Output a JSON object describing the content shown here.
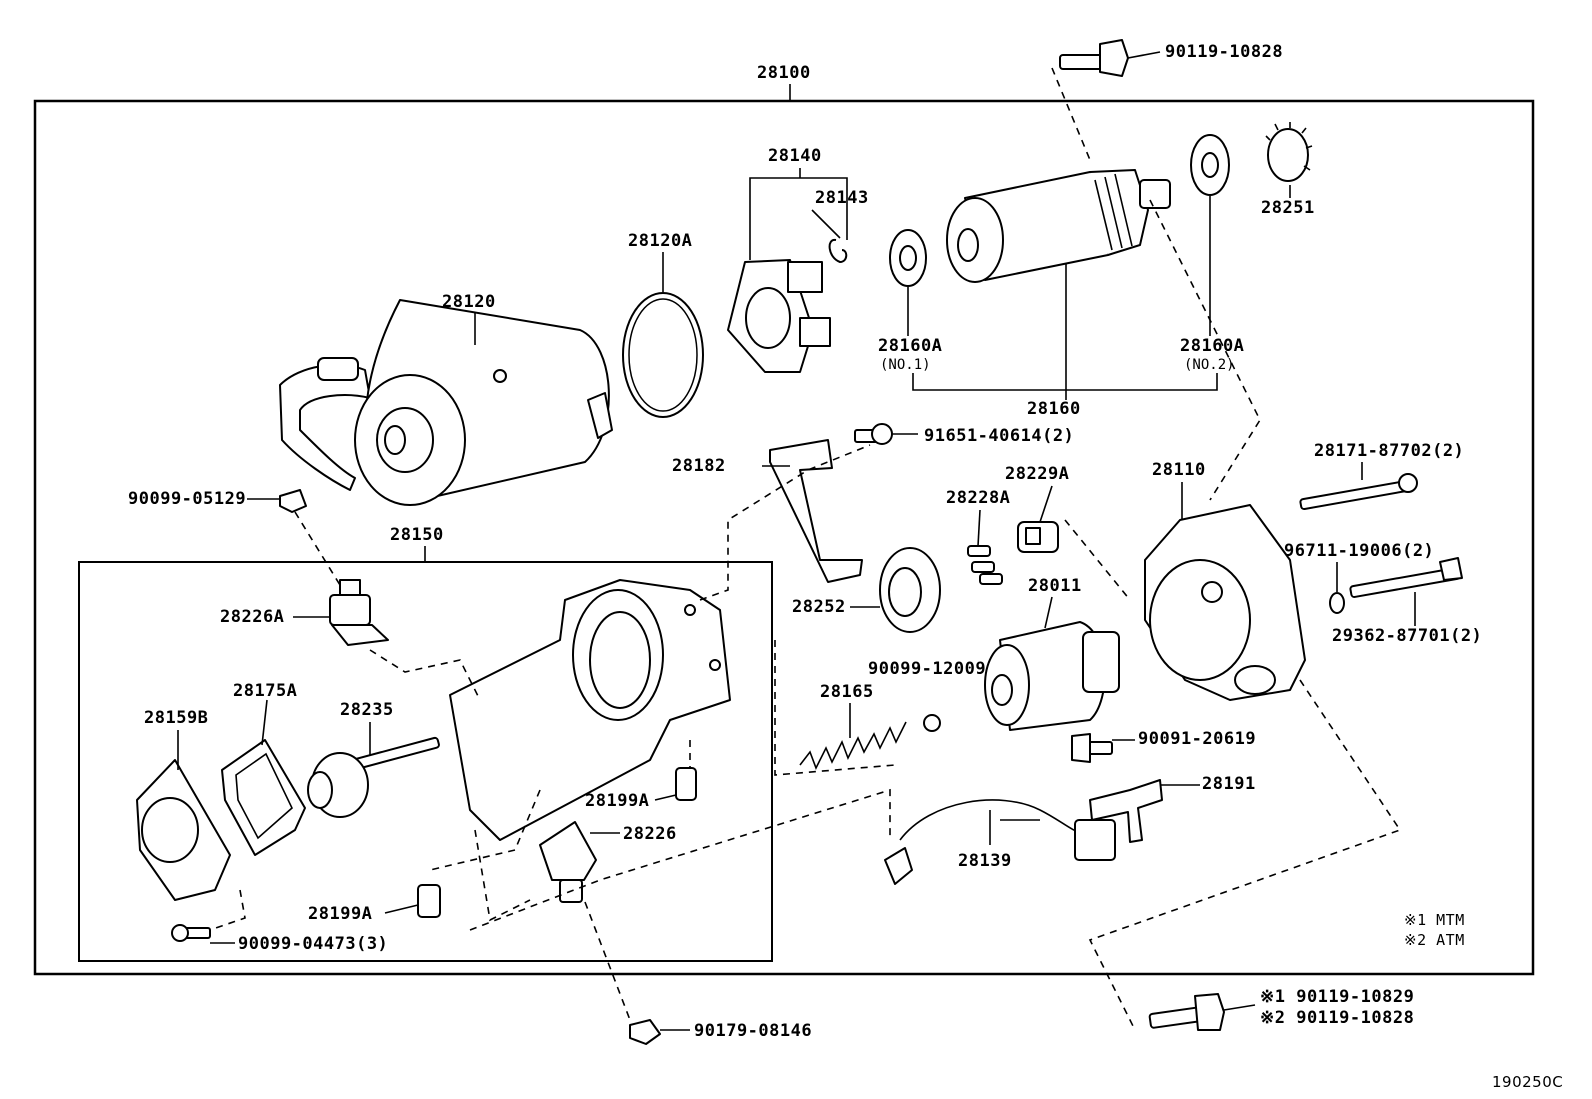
{
  "callouts": {
    "c28100": "28100",
    "c90119_10828_top": "90119-10828",
    "c28140": "28140",
    "c28143": "28143",
    "c28120A": "28120A",
    "c28120": "28120",
    "c28251": "28251",
    "c28160A_1": "28160A",
    "c28160A_1_note": "(NO.1)",
    "c28160A_2": "28160A",
    "c28160A_2_note": "(NO.2)",
    "c28160": "28160",
    "c91651": "91651-40614(2)",
    "c28182": "28182",
    "c28171": "28171-87702(2)",
    "c90099_05129": "90099-05129",
    "c28229A": "28229A",
    "c28228A": "28228A",
    "c28110": "28110",
    "c28150": "28150",
    "c96711": "96711-19006(2)",
    "c28011": "28011",
    "c28226A": "28226A",
    "c28252": "28252",
    "c29362": "29362-87701(2)",
    "c90099_12009": "90099-12009",
    "c28175A": "28175A",
    "c28165": "28165",
    "c28159B": "28159B",
    "c28235": "28235",
    "c90091": "90091-20619",
    "c28191": "28191",
    "c28199A_1": "28199A",
    "c28226": "28226",
    "c28139": "28139",
    "c28199A_2": "28199A",
    "c90099_04473": "90099-04473(3)",
    "c90179": "90179-08146",
    "c_bottom_1": "※1 90119-10829",
    "c_bottom_2": "※2 90119-10828"
  },
  "legend": {
    "line1": "※1  MTM",
    "line2": "※2  ATM"
  },
  "diagram_id": "190250C"
}
